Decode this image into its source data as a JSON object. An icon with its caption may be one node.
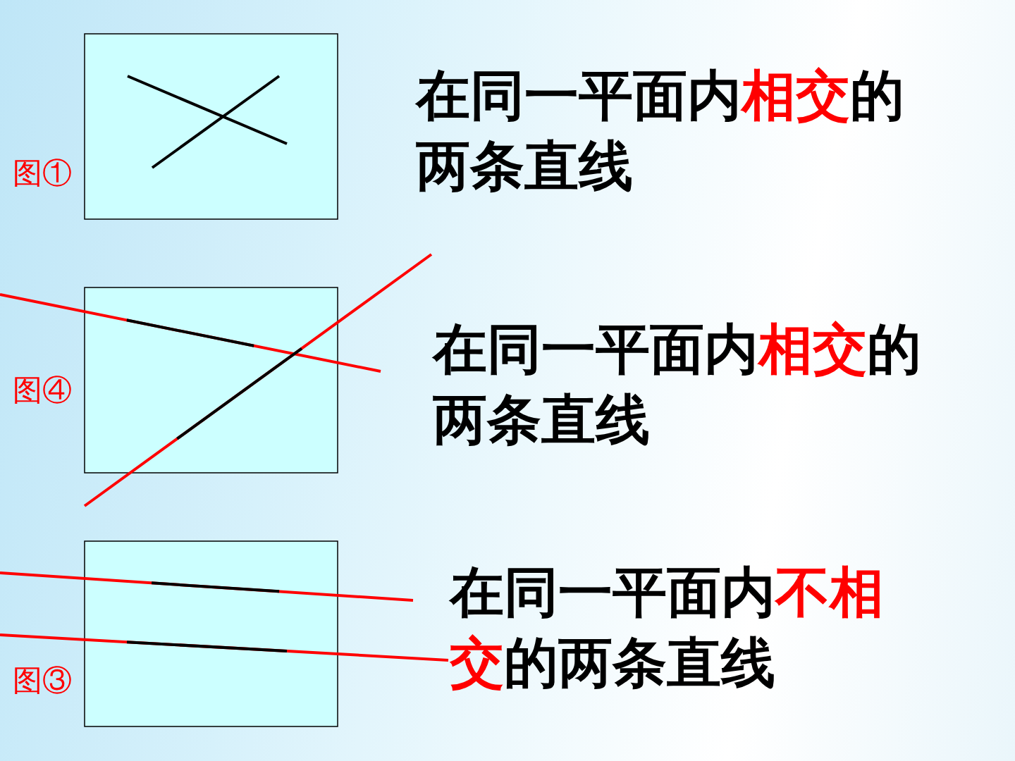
{
  "diagram": {
    "labels": [
      "在同一平面内相交的两条直线",
      "图①",
      "在同一平面内相交的两条直线",
      "图④",
      "在同一平面内不相交的两条直线",
      "图③"
    ]
  }
}
